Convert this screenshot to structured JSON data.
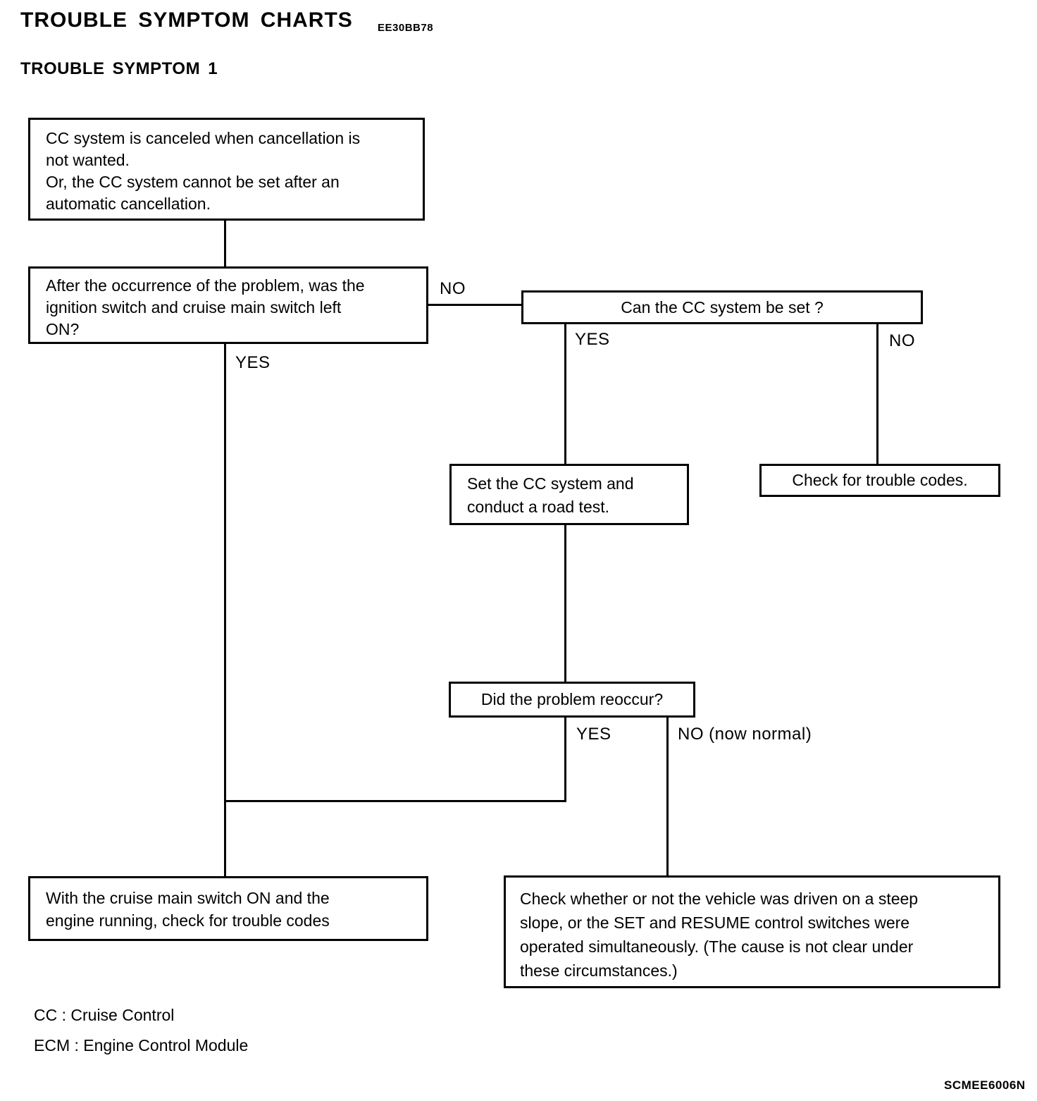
{
  "header": {
    "title": "TROUBLE SYMPTOM CHARTS",
    "code": "EE30BB78",
    "subtitle": "TROUBLE SYMPTOM 1"
  },
  "chart": {
    "nodes": {
      "symptom": "CC system is canceled when cancellation is\nnot wanted.\nOr, the CC system cannot be set after an\nautomatic cancellation.",
      "q_switch_left_on": "After the occurrence of the problem, was the\nignition switch and cruise main switch left\nON?",
      "q_can_set": "Can the CC system be set ?",
      "set_and_road_test": "Set the CC system and\nconduct a road test.",
      "check_trouble_codes": "Check for trouble codes.",
      "q_reoccur": "Did the problem reoccur?",
      "check_codes_engine_running": "With the cruise main switch ON and the\nengine running, check for trouble codes",
      "check_steep_slope": "Check whether or not the vehicle was driven on a steep\nslope, or the SET and RESUME control switches were\noperated simultaneously. (The cause is not clear under\nthese circumstances.)"
    },
    "labels": {
      "yes_switch_left_on": "YES",
      "no_switch_left_on": "NO",
      "yes_can_set": "YES",
      "no_can_set": "NO",
      "yes_reoccur": "YES",
      "no_reoccur": "NO (now normal)"
    }
  },
  "legend": {
    "cc": "CC : Cruise Control",
    "ecm": "ECM : Engine Control Module"
  },
  "footer": {
    "code": "SCMEE6006N"
  }
}
